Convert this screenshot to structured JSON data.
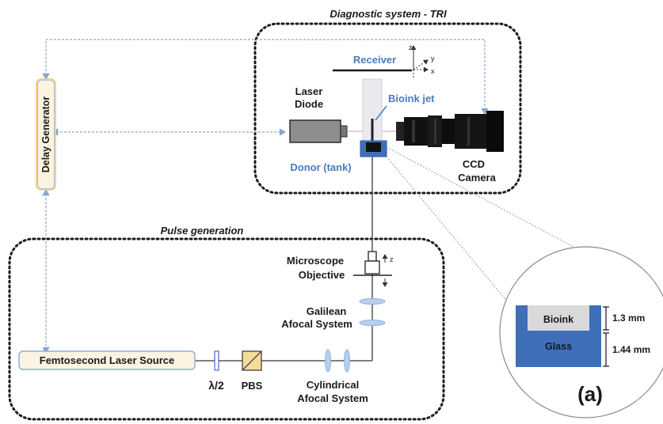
{
  "sections": {
    "diagnostic_title": "Diagnostic system - TRI",
    "pulse_title": "Pulse generation"
  },
  "components": {
    "delay_generator": "Delay Generator",
    "receiver": "Receiver",
    "laser_diode_line1": "Laser",
    "laser_diode_line2": "Diode",
    "bioink_jet": "Bioink jet",
    "donor_tank": "Donor  (tank)",
    "ccd_line1": "CCD",
    "ccd_line2": "Camera",
    "microscope_line1": "Microscope",
    "microscope_line2": "Objective",
    "galilean_line1": "Galilean",
    "galilean_line2": "Afocal System",
    "femto_source": "Femtosecond Laser Source",
    "half_wave": "λ/2",
    "pbs": "PBS",
    "cylindrical_line1": "Cylindrical",
    "cylindrical_line2": "Afocal System"
  },
  "axes": {
    "z": "z",
    "y": "y",
    "x": "x",
    "obj_z": "z"
  },
  "inset": {
    "bioink": "Bioink",
    "glass": "Glass",
    "bioink_thickness": "1.3 mm",
    "glass_thickness": "1.44 mm",
    "panel_label": "(a)"
  },
  "colors": {
    "accent_blue": "#4a7bc0",
    "light_blue": "#8fb1dd",
    "dashed_blue": "#8aa6cf",
    "label_fill": "#fcf4e1",
    "label_border": "#f0c96a",
    "beam": "#555555"
  }
}
